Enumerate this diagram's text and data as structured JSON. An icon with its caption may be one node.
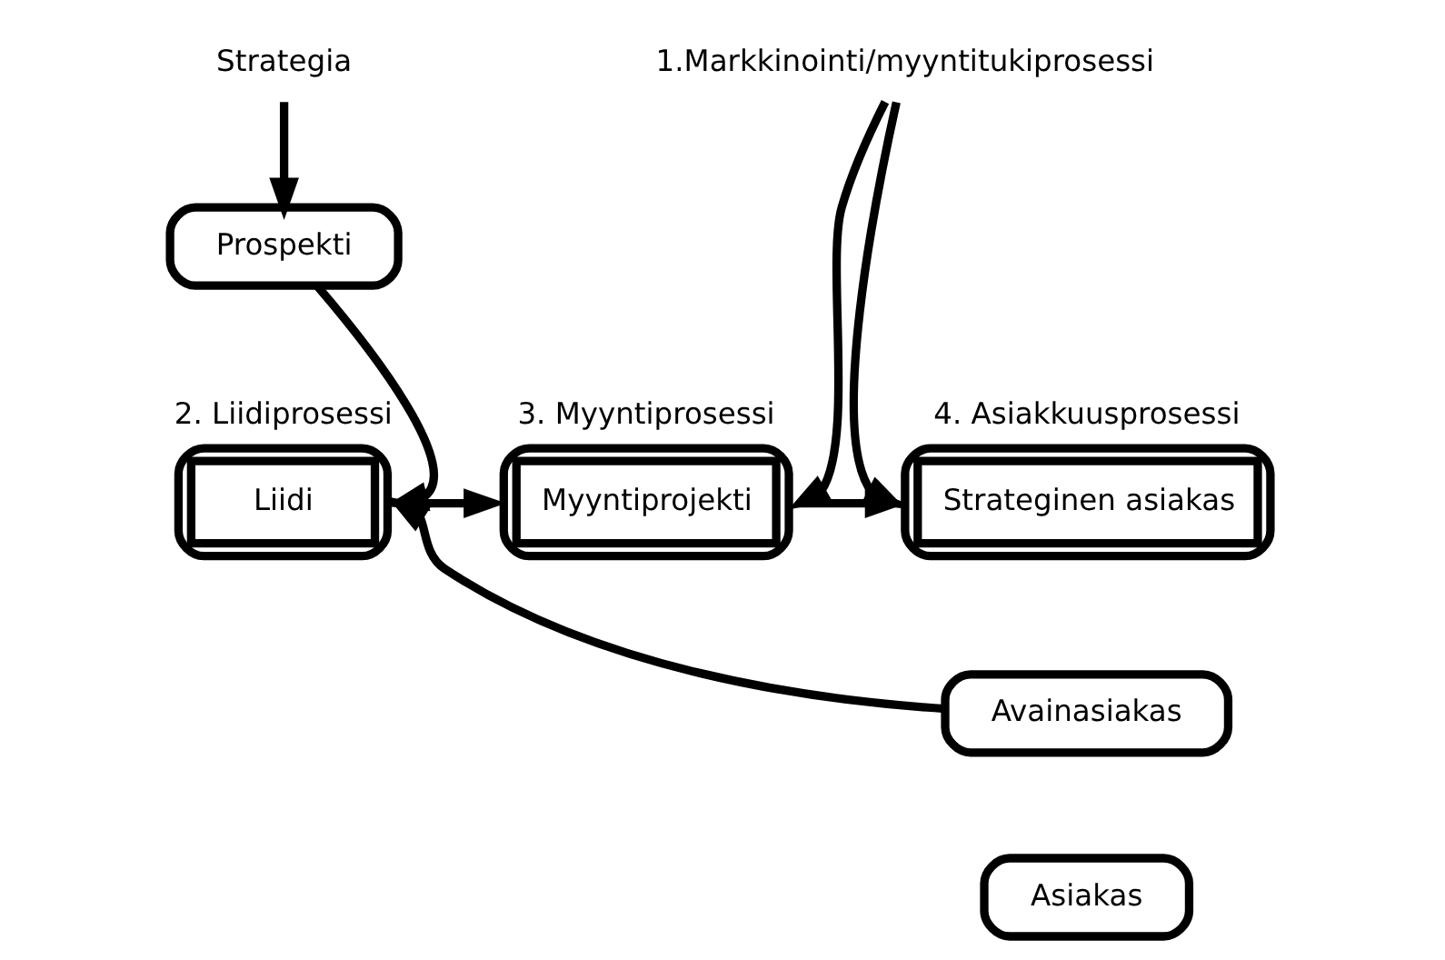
{
  "diagram": {
    "nodes": [
      {
        "text": [
          "Strategia"
        ]
      },
      {
        "text": [
          "Prospekti"
        ]
      },
      {
        "text": [
          "1.Markkinointi/myyntitukiprosessi"
        ]
      },
      {
        "text": [
          "Liidi"
        ],
        "beside": [
          "2. Liidiprosessi"
        ]
      },
      {
        "text": [
          "Myyntiprojekti"
        ],
        "beside": [
          "3. Myyntiprosessi"
        ]
      },
      {
        "text": [
          "Strateginen asiakas"
        ],
        "beside": [
          "4. Asiakkuusprosessi"
        ]
      },
      {
        "text": [
          "Avainasiakas"
        ]
      },
      {
        "text": [
          "Asiakas"
        ]
      }
    ],
    "edges": [
      {
        "from": 0,
        "to": 1,
        "arrow": "to"
      },
      {
        "from": 1,
        "to": 3,
        "arrow": "to"
      },
      {
        "from": 2,
        "to": 4,
        "arrow": "to"
      },
      {
        "from": 2,
        "to": 5,
        "arrow": "to"
      },
      {
        "from": 3,
        "to": 4,
        "arrow": "to"
      },
      {
        "from": 4,
        "to": 5,
        "arrow": "to"
      },
      {
        "from": 6,
        "to": 3,
        "arrow": "to"
      }
    ]
  }
}
